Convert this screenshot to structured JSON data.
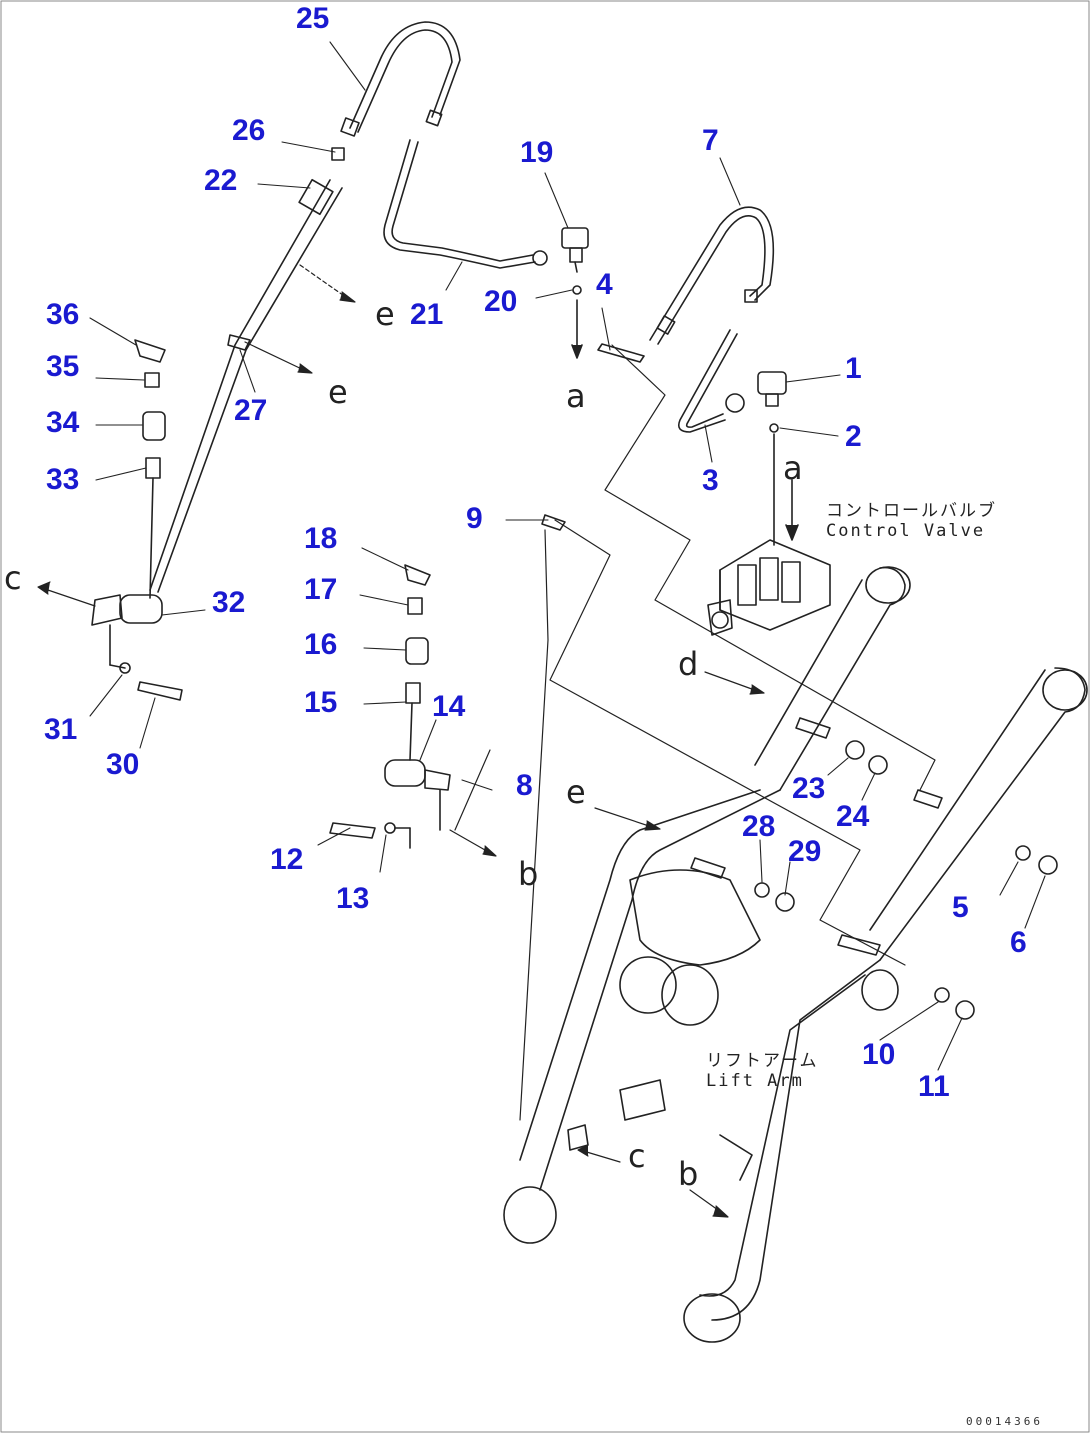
{
  "callouts": {
    "n1": "1",
    "n2": "2",
    "n3": "3",
    "n4": "4",
    "n5": "5",
    "n6": "6",
    "n7": "7",
    "n8": "8",
    "n9": "9",
    "n10": "10",
    "n11": "11",
    "n12": "12",
    "n13": "13",
    "n14": "14",
    "n15": "15",
    "n16": "16",
    "n17": "17",
    "n18": "18",
    "n19": "19",
    "n20": "20",
    "n21": "21",
    "n22": "22",
    "n23": "23",
    "n24": "24",
    "n25": "25",
    "n26": "26",
    "n27": "27",
    "n28": "28",
    "n29": "29",
    "n30": "30",
    "n31": "31",
    "n32": "32",
    "n33": "33",
    "n34": "34",
    "n35": "35",
    "n36": "36"
  },
  "refs": {
    "a1": "a",
    "a2": "a",
    "b1": "b",
    "b2": "b",
    "c1": "c",
    "c2": "c",
    "d1": "d",
    "e1": "e",
    "e2": "e",
    "e3": "e"
  },
  "captions": {
    "control_valve_jp": "コントロールバルブ",
    "control_valve_en": "Control Valve",
    "lift_arm_jp": "リフトアーム",
    "lift_arm_en": "Lift Arm"
  },
  "drawing_number": "00014366",
  "colors": {
    "callout": "#1a1ad0",
    "line": "#222222"
  }
}
